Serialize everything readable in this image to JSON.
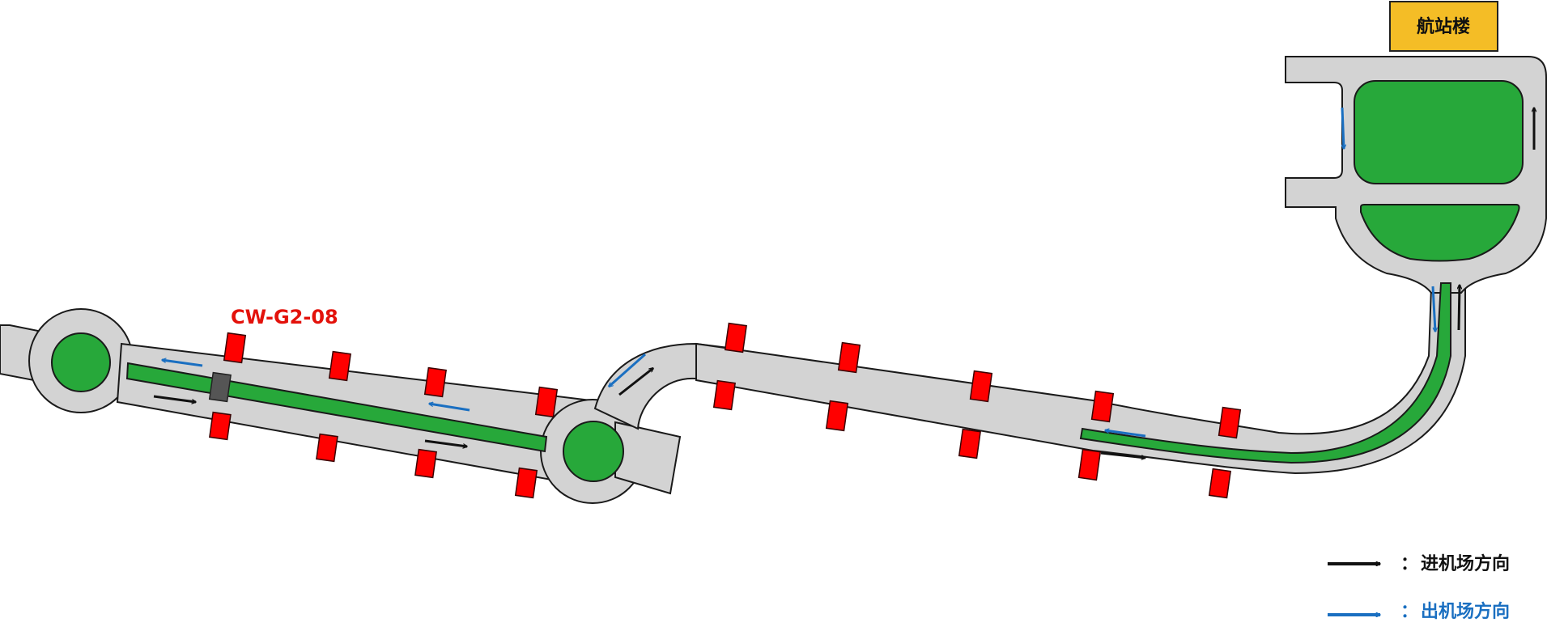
{
  "terminal": {
    "label": "航站楼",
    "fill": "#f4bd26"
  },
  "device_label": {
    "text": "CW-G2-08",
    "color": "#e3120b"
  },
  "legend": {
    "separator": "：",
    "items": [
      {
        "text": "进机场方向",
        "color": "#111111",
        "icon": "black-arrow"
      },
      {
        "text": "出机场方向",
        "color": "#1a6fc1",
        "icon": "blue-arrow"
      }
    ]
  },
  "colors": {
    "road": "#d3d3d3",
    "median": "#27a83a",
    "camera": "#ff0000",
    "inbound_arrow": "#111111",
    "outbound_arrow": "#1a6fc1",
    "device": "#555555"
  }
}
